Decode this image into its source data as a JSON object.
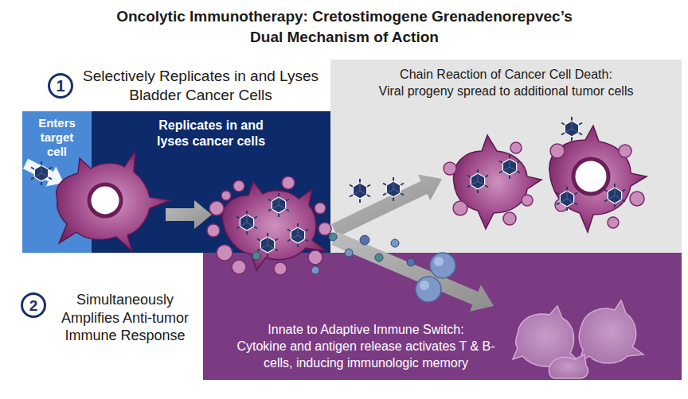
{
  "diagram": {
    "title": "Oncolytic Immunotherapy: Cretostimogene Grenadenorepvec’s Dual Mechanism of Action",
    "nodes": [
      {
        "text": [
          "1",
          "Selectively Replicates in and Lyses Bladder Cancer Cells"
        ]
      },
      {
        "text": [
          "Chain Reaction of Cancer Cell Death:",
          "Viral progeny spread to additional tumor cells"
        ]
      },
      {
        "text": [
          "Enters target cell"
        ]
      },
      {
        "text": [
          "Replicates in and lyses cancer cells"
        ]
      },
      {
        "text": [
          "2",
          "Simultaneously Amplifies Anti-tumor Immune Response"
        ]
      },
      {
        "text": [
          "Innate to Adaptive Immune Switch:",
          "Cytokine and antigen release activates T & B-cells, inducing immunologic memory"
        ]
      }
    ]
  }
}
